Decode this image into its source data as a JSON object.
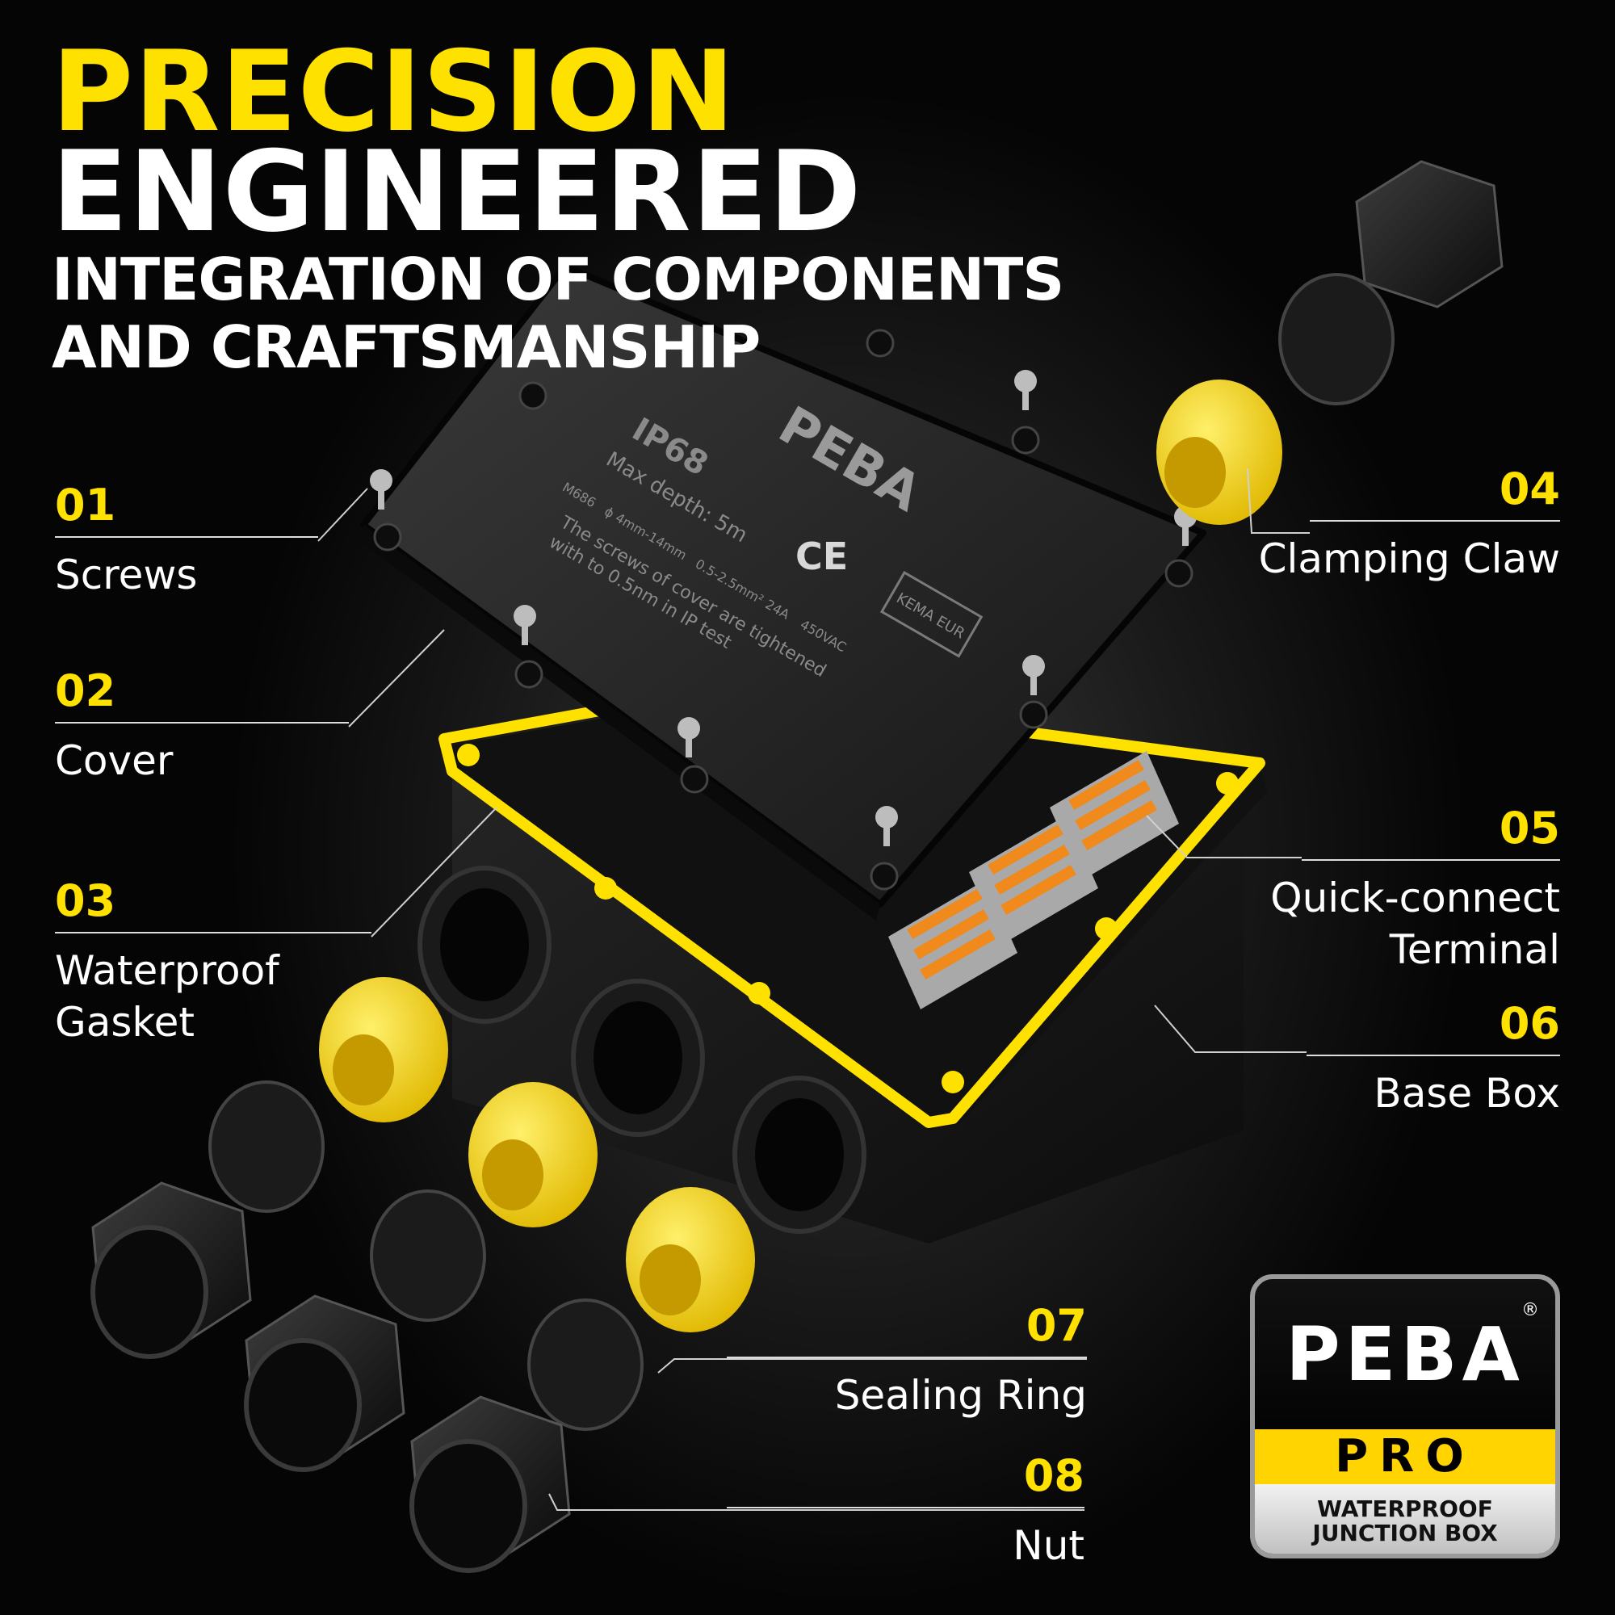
{
  "headline": {
    "line1": "PRECISION",
    "line2": "ENGINEERED",
    "line3": "INTEGRATION OF COMPONENTS",
    "line4": "AND CRAFTSMANSHIP"
  },
  "callouts": [
    {
      "number": "01",
      "label": "Screws"
    },
    {
      "number": "02",
      "label": "Cover"
    },
    {
      "number": "03",
      "label_line1": "Waterproof",
      "label_line2": "Gasket"
    },
    {
      "number": "04",
      "label": "Clamping Claw"
    },
    {
      "number": "05",
      "label_line1": "Quick-connect",
      "label_line2": "Terminal"
    },
    {
      "number": "06",
      "label": "Base Box"
    },
    {
      "number": "07",
      "label": "Sealing Ring"
    },
    {
      "number": "08",
      "label": "Nut"
    }
  ],
  "cover_print": {
    "rating": "IP68",
    "depth": "Max depth: 5m",
    "model": "M686",
    "diameter": "ϕ 4mm-14mm",
    "cross_section": "0.5-2.5mm²",
    "current": "24A",
    "voltage": "450VAC",
    "note_line1": "The screws of cover are tightened",
    "note_line2": "with to 0.5nm in IP test",
    "ce_mark": "CE",
    "kema": "KEMA EUR"
  },
  "badge": {
    "logo": "PEBA",
    "registered": "®",
    "tier": "PRO",
    "line1": "WATERPROOF",
    "line2": "JUNCTION BOX"
  },
  "colors": {
    "accent": "#ffe100",
    "background": "#000000",
    "terminal_lever": "#f08a1c"
  }
}
